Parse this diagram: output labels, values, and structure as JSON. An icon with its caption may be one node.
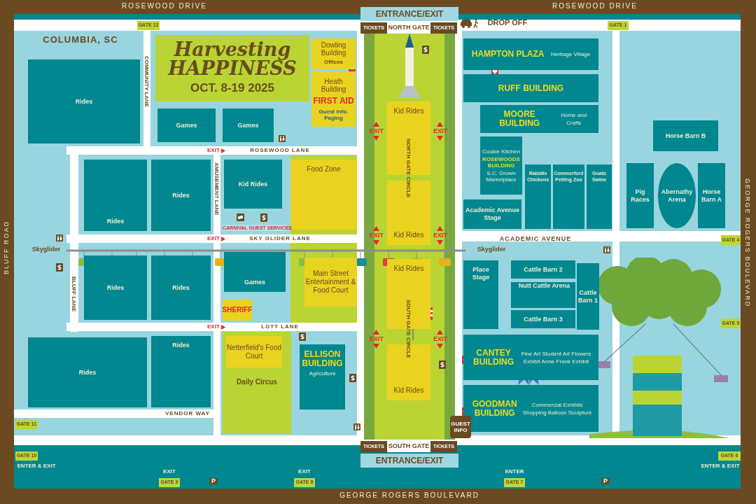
{
  "diagram": {
    "nodes": [
      {
        "text": [
          "ENTRANCE/EXIT"
        ]
      },
      {
        "text": [
          "TICKETS"
        ]
      },
      {
        "text": [
          "NORTH GATE"
        ]
      },
      {
        "text": [
          "TICKETS"
        ]
      },
      {
        "text": [
          "GATE 12"
        ]
      },
      {
        "text": [
          "GATE 1"
        ]
      },
      {
        "text": [
          "Rides"
        ]
      },
      {
        "text": [
          "Harvesting HAPPINESS",
          "OCT. 8-19 2025"
        ]
      },
      {
        "text": [
          "Dowling Building",
          "Offices"
        ]
      },
      {
        "text": [
          "HAMPTON PLAZA",
          "Heritage Village"
        ]
      },
      {
        "text": [
          "Heath Building",
          "FIRST AID",
          "Guest Info. Paging"
        ]
      },
      {
        "text": [
          "RUFF BUILDING"
        ]
      },
      {
        "text": [
          "Games"
        ]
      },
      {
        "text": [
          "Games"
        ]
      },
      {
        "text": [
          "Kid Rides"
        ]
      },
      {
        "text": [
          "MOORE BUILDING",
          "Home and Crafts"
        ]
      },
      {
        "text": [
          "Cookie Kitchen",
          "ROSEWOODS BUILDING",
          "S.C. Grown Marketplace"
        ]
      },
      {
        "text": [
          "Horse Barn B"
        ]
      },
      {
        "text": [
          "Rides"
        ]
      },
      {
        "text": [
          "Rides"
        ]
      },
      {
        "text": [
          "Kid Rides"
        ]
      },
      {
        "text": [
          "Food Zone"
        ]
      },
      {
        "text": [
          "Rabbits Chickens"
        ]
      },
      {
        "text": [
          "Commerford Petting Zoo"
        ]
      },
      {
        "text": [
          "Goats Swine"
        ]
      },
      {
        "text": [
          "Pig Races"
        ]
      },
      {
        "text": [
          "Abernathy Arena"
        ]
      },
      {
        "text": [
          "Horse Barn A"
        ]
      },
      {
        "text": [
          "Kid Rides"
        ]
      },
      {
        "text": [
          "Academic Avenue Stage"
        ]
      },
      {
        "text": [
          "GATE 4"
        ]
      },
      {
        "text": [
          "Rides"
        ]
      },
      {
        "text": [
          "Rides"
        ]
      },
      {
        "text": [
          "Games"
        ]
      },
      {
        "text": [
          "Main Street Entertainment & Food Court"
        ]
      },
      {
        "text": [
          "Place Stage"
        ]
      },
      {
        "text": [
          "Cattle Barn 2"
        ]
      },
      {
        "text": [
          "Kid Rides"
        ]
      },
      {
        "text": [
          "Nutt Cattle Arena"
        ]
      },
      {
        "text": [
          "Cattle Barn 1"
        ]
      },
      {
        "text": [
          "SHERIFF"
        ]
      },
      {
        "text": [
          "Cattle Barn 3"
        ]
      },
      {
        "text": [
          "GATE 5"
        ]
      },
      {
        "text": [
          "Rides"
        ]
      },
      {
        "text": [
          "Rides"
        ]
      },
      {
        "text": [
          "Netterfield's Food Court"
        ]
      },
      {
        "text": [
          "ELLISON BUILDING",
          "Agriculture"
        ]
      },
      {
        "text": [
          "Kid Rides"
        ]
      },
      {
        "text": [
          "CANTEY BUILDING",
          "Fine Art Student Art Flowers Exhibit Anne Frank Exhibit"
        ]
      },
      {
        "text": [
          "Daily Circus"
        ]
      },
      {
        "text": [
          "GOODMAN BUILDING",
          "Commercial Exhibits Shopping Balloon Sculpture"
        ]
      },
      {
        "text": [
          "GATE 11"
        ]
      },
      {
        "text": [
          "GUEST INFO"
        ]
      },
      {
        "text": [
          "TICKETS"
        ]
      },
      {
        "text": [
          "SOUTH GATE"
        ]
      },
      {
        "text": [
          "TICKETS"
        ]
      },
      {
        "text": [
          "GATE 10"
        ],
        "beside": [
          "ENTER & EXIT"
        ]
      },
      {
        "text": [
          "GATE 6"
        ],
        "beside": [
          "ENTER & EXIT"
        ]
      },
      {
        "text": [
          "ENTRANCE/EXIT"
        ]
      },
      {
        "text": [
          "GATE 9"
        ],
        "beside": [
          "EXIT"
        ]
      },
      {
        "text": [
          "GATE 8"
        ],
        "beside": [
          "EXIT"
        ]
      },
      {
        "text": [
          "GATE 7"
        ],
        "beside": [
          "ENTER"
        ]
      }
    ],
    "labels": [
      "ROSEWOOD DRIVE",
      "ROSEWOOD DRIVE",
      "DROP OFF",
      "COLUMBIA, SC",
      "COMMUNITY LANE",
      "EXIT",
      "ROSEWOOD LANE",
      "EXIT",
      "EXIT",
      "CARNIVAL GUEST SERVICES",
      "AMUSEMENT LANE",
      "EXIT",
      "SKY GLIDER LANE",
      "EXIT",
      "EXIT",
      "ACADEMIC AVENUE",
      "Skyglider",
      "Skyglider",
      "BLUFF ROAD",
      "GEORGE ROGERS BOULEVARD",
      "BLUFF LANE",
      "EXIT",
      "LOTT LANE",
      "NORTH GATE CIRCLE",
      "EXIT",
      "EXIT",
      "SOUTH GATE CIRCLE",
      "VENDOR WAY",
      "P",
      "P",
      "GEORGE ROGERS BOULEVARD"
    ]
  }
}
